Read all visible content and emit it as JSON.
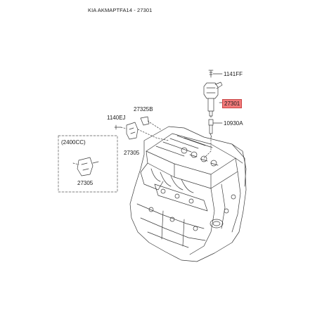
{
  "header": {
    "title": "KIA AKMAPTFA14 - 27301"
  },
  "callouts": {
    "bolt": "1141FF",
    "ignition_coil": "27301",
    "spark_plug": "10930A",
    "bracket_upper": "27325B",
    "bolt_left": "1140EJ",
    "sensor_left": "27305",
    "variant_label": "(2400CC)",
    "sensor_variant": "27305"
  },
  "colors": {
    "highlight": "#f27a7a",
    "line": "#333333"
  }
}
